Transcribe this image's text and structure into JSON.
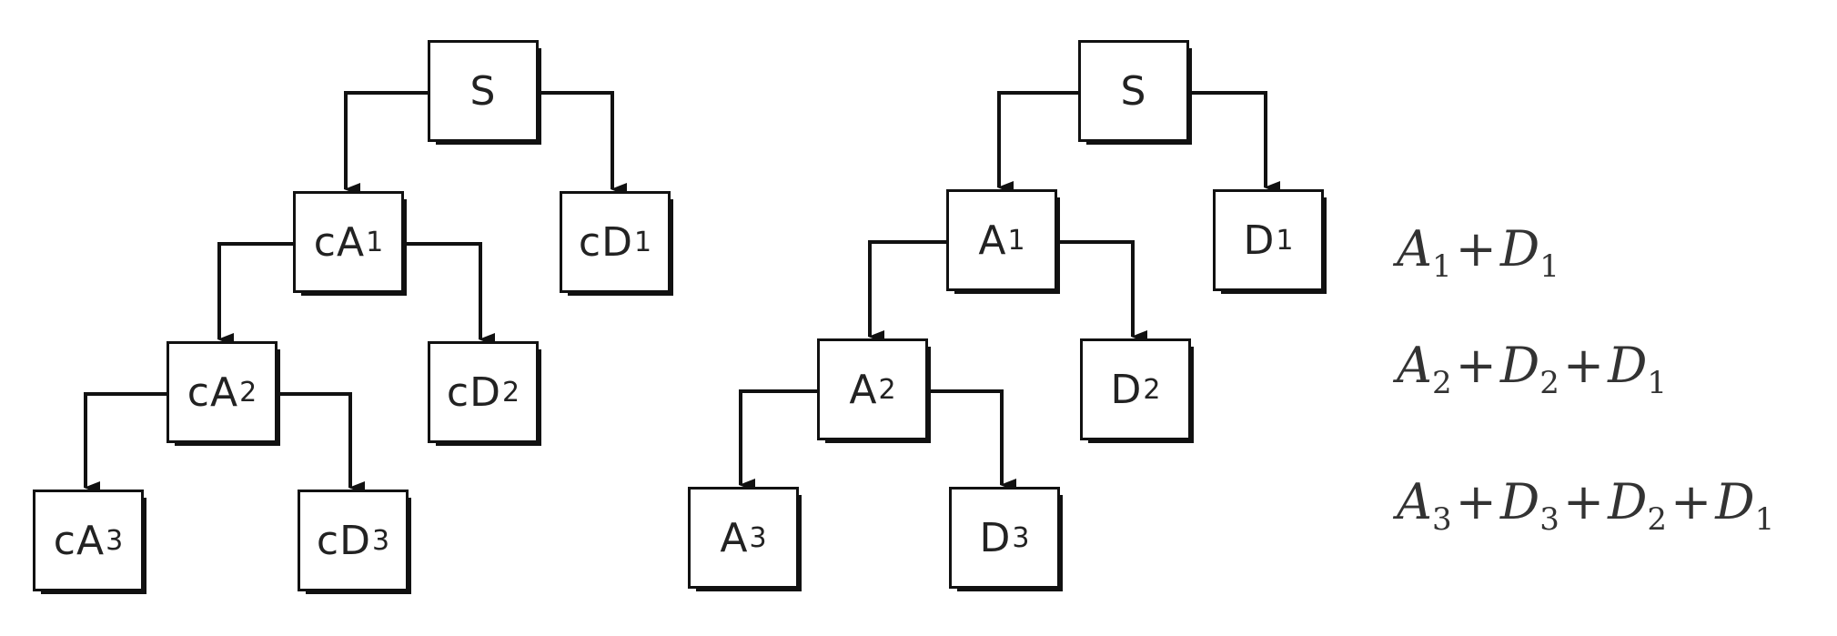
{
  "trees": [
    {
      "name": "left",
      "nodes": [
        {
          "id": "S",
          "label": "S",
          "sub": ""
        },
        {
          "id": "cA1",
          "label": "cA",
          "sub": "1"
        },
        {
          "id": "cD1",
          "label": "cD",
          "sub": "1"
        },
        {
          "id": "cA2",
          "label": "cA",
          "sub": "2"
        },
        {
          "id": "cD2",
          "label": "cD",
          "sub": "2"
        },
        {
          "id": "cA3",
          "label": "cA",
          "sub": "3"
        },
        {
          "id": "cD3",
          "label": "cD",
          "sub": "3"
        }
      ]
    },
    {
      "name": "right",
      "nodes": [
        {
          "id": "S",
          "label": "S",
          "sub": ""
        },
        {
          "id": "A1",
          "label": "A",
          "sub": "1"
        },
        {
          "id": "D1",
          "label": "D",
          "sub": "1"
        },
        {
          "id": "A2",
          "label": "A",
          "sub": "2"
        },
        {
          "id": "D2",
          "label": "D",
          "sub": "2"
        },
        {
          "id": "A3",
          "label": "A",
          "sub": "3"
        },
        {
          "id": "D3",
          "label": "D",
          "sub": "3"
        }
      ]
    }
  ],
  "formulas": [
    [
      {
        "t": "A",
        "s": "1"
      },
      {
        "op": "+"
      },
      {
        "t": "D",
        "s": "1"
      }
    ],
    [
      {
        "t": "A",
        "s": "2"
      },
      {
        "op": "+"
      },
      {
        "t": "D",
        "s": "2"
      },
      {
        "op": "+"
      },
      {
        "t": "D",
        "s": "1"
      }
    ],
    [
      {
        "t": "A",
        "s": "3"
      },
      {
        "op": "+"
      },
      {
        "t": "D",
        "s": "3"
      },
      {
        "op": "+"
      },
      {
        "t": "D",
        "s": "2"
      },
      {
        "op": "+"
      },
      {
        "t": "D",
        "s": "1"
      }
    ]
  ]
}
